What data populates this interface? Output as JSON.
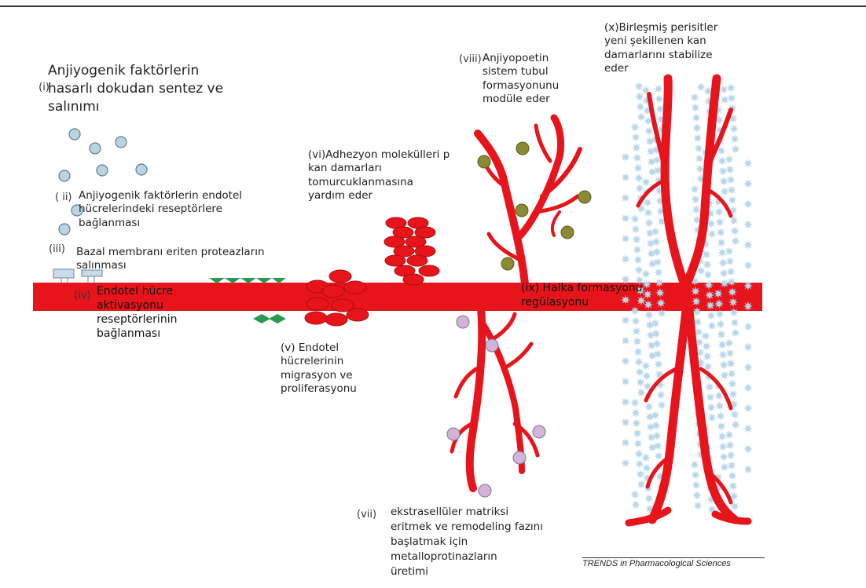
{
  "labels": {
    "i": {
      "num": "(i)",
      "text": "Anjiyogenik faktörlerin\nhasarlı dokudan sentez ve\nsalınımı"
    },
    "ii": {
      "num": "( ii)",
      "text": "Anjiyogenik faktörlerin endotel\nhücrelerindeki reseptörlere\nbağlanması"
    },
    "iii": {
      "num": "(iii)",
      "text": "Bazal membranı eriten proteazların\nsalınması"
    },
    "iv": {
      "num": "(iv)",
      "text": "Endotel hücre\naktivasyonu\nreseptörlerinin\nbağlanması"
    },
    "v": {
      "text": "(v) Endotel\nhücrelerinin\nmigrasyon ve\nproliferasyonu"
    },
    "vi": {
      "text": "(vi)Adhezyon molekülleri p\nkan damarları\ntomurcuklanmasına\nyardım eder"
    },
    "vii": {
      "num": "(vii)",
      "text": "ekstrasellüler matriksi\neritmek ve remodeling fazını\nbaşlatmak için\nmetalloprotinazların\nüretimi"
    },
    "viii": {
      "num": "(viii)",
      "text": "Anjiyopoetin\nsistem tubul\nformasyonunu\nmodüle eder"
    },
    "ix": {
      "text": "(ix) Halka formasyonu\nregülasyonu"
    },
    "x": {
      "text": "(x)Birleşmiş perisitler\nyeni şekillenen kan\ndamarlarını stabilize\neder"
    }
  },
  "footer": "TRENDS in Pharmacological Sciences",
  "colors": {
    "vessel": "#e8141b",
    "factor_circle": "#bcd3e0",
    "angiopoietin": "#8a8a32",
    "mmp": "#d0b5d6",
    "protease": "#2a9a52",
    "pericyte": "#b9d7ea"
  },
  "icons": [
    "angiogenic-factor-circle",
    "receptor-icon",
    "protease-triangle",
    "endothelial-cell-cluster",
    "vessel-branch",
    "pericyte-star"
  ]
}
